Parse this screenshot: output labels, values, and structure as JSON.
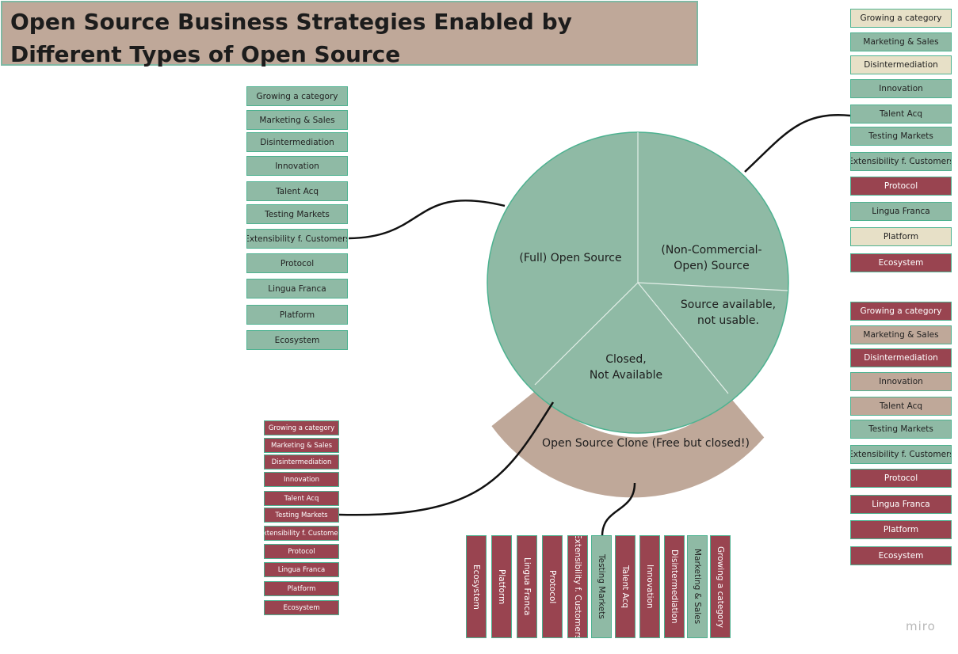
{
  "title_line1": "Open Source Business Strategies Enabled by",
  "title_line2": "Different Types of Open Source",
  "segments": {
    "full_open_source": "(Full) Open Source",
    "non_commercial_line1": "(Non-Commercial-",
    "non_commercial_line2": "Open) Source",
    "source_available_line1": "Source available,",
    "source_available_line2": "not usable.",
    "closed_line1": "Closed,",
    "closed_line2": "Not Available",
    "clone": "Open Source Clone (Free but closed!)"
  },
  "colors": {
    "green": "#8fbaa5",
    "cream": "#e7e0c7",
    "tan": "#bfa899",
    "red": "#994450",
    "border": "#4db290"
  },
  "lists": {
    "full_open_source": [
      {
        "label": "Growing a category",
        "status": "green"
      },
      {
        "label": "Marketing & Sales",
        "status": "green"
      },
      {
        "label": "Disintermediation",
        "status": "green"
      },
      {
        "label": "Innovation",
        "status": "green"
      },
      {
        "label": "Talent Acq",
        "status": "green"
      },
      {
        "label": "Testing Markets",
        "status": "green"
      },
      {
        "label": "Extensibility f. Customers",
        "status": "green"
      },
      {
        "label": "Protocol",
        "status": "green"
      },
      {
        "label": "Lingua Franca",
        "status": "green"
      },
      {
        "label": "Platform",
        "status": "green"
      },
      {
        "label": "Ecosystem",
        "status": "green"
      }
    ],
    "non_commercial": [
      {
        "label": "Growing a category",
        "status": "cream"
      },
      {
        "label": "Marketing & Sales",
        "status": "green"
      },
      {
        "label": "Disintermediation",
        "status": "cream"
      },
      {
        "label": "Innovation",
        "status": "green"
      },
      {
        "label": "Talent Acq",
        "status": "green"
      },
      {
        "label": "Testing Markets",
        "status": "green"
      },
      {
        "label": "Extensibility f. Customers",
        "status": "green"
      },
      {
        "label": "Protocol",
        "status": "red"
      },
      {
        "label": "Lingua Franca",
        "status": "green"
      },
      {
        "label": "Platform",
        "status": "cream"
      },
      {
        "label": "Ecosystem",
        "status": "red"
      }
    ],
    "source_available": [
      {
        "label": "Growing a category",
        "status": "red"
      },
      {
        "label": "Marketing & Sales",
        "status": "tan"
      },
      {
        "label": "Disintermediation",
        "status": "red"
      },
      {
        "label": "Innovation",
        "status": "tan"
      },
      {
        "label": "Talent Acq",
        "status": "tan"
      },
      {
        "label": "Testing Markets",
        "status": "green"
      },
      {
        "label": "Extensibility f. Customers",
        "status": "green"
      },
      {
        "label": "Protocol",
        "status": "red"
      },
      {
        "label": "Lingua Franca",
        "status": "red"
      },
      {
        "label": "Platform",
        "status": "red"
      },
      {
        "label": "Ecosystem",
        "status": "red"
      }
    ],
    "closed": [
      {
        "label": "Growing a category",
        "status": "red"
      },
      {
        "label": "Marketing & Sales",
        "status": "red"
      },
      {
        "label": "Disintermediation",
        "status": "red"
      },
      {
        "label": "Innovation",
        "status": "red"
      },
      {
        "label": "Talent Acq",
        "status": "red"
      },
      {
        "label": "Testing Markets",
        "status": "red"
      },
      {
        "label": "Extensibility f. Customers",
        "status": "red"
      },
      {
        "label": "Protocol",
        "status": "red"
      },
      {
        "label": "Lingua Franca",
        "status": "red"
      },
      {
        "label": "Platform",
        "status": "red"
      },
      {
        "label": "Ecosystem",
        "status": "red"
      }
    ],
    "clone": [
      {
        "label": "Ecosystem",
        "status": "red"
      },
      {
        "label": "Platform",
        "status": "red"
      },
      {
        "label": "Lingua Franca",
        "status": "red"
      },
      {
        "label": "Protocol",
        "status": "red"
      },
      {
        "label": "Extensibility f. Customers",
        "status": "red"
      },
      {
        "label": "Testing Markets",
        "status": "green"
      },
      {
        "label": "Talent Acq",
        "status": "red"
      },
      {
        "label": "Innovation",
        "status": "red"
      },
      {
        "label": "Disintermediation",
        "status": "red"
      },
      {
        "label": "Marketing & Sales",
        "status": "green"
      },
      {
        "label": "Growing a category",
        "status": "red"
      }
    ]
  },
  "watermark": "miro"
}
